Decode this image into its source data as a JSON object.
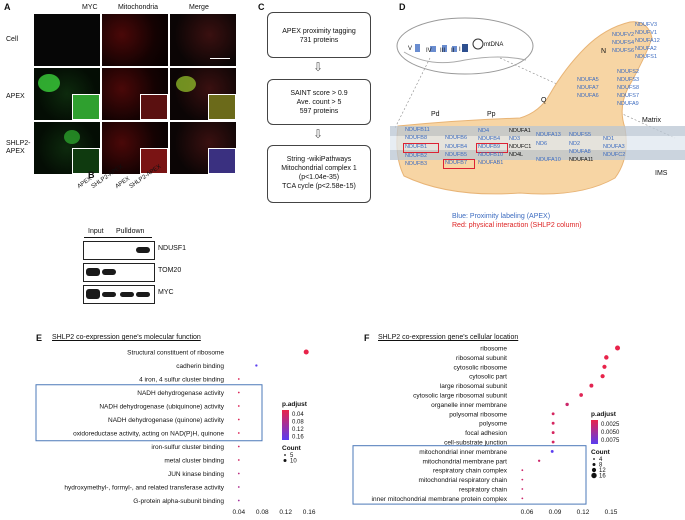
{
  "panelA": {
    "label": "A",
    "columns": [
      "MYC",
      "Mitochondria",
      "Merge"
    ],
    "rows": [
      "Cell",
      "APEX",
      "SHLP2-\nAPEX"
    ]
  },
  "panelB": {
    "label": "B",
    "lanes": [
      "APEX",
      "SHLP2-APEX",
      "APEX",
      "SHLP2-APEX"
    ],
    "groups": [
      "Input",
      "Pulldown"
    ],
    "blots": [
      "NDUSF1",
      "TOM20",
      "MYC"
    ]
  },
  "panelC": {
    "label": "C",
    "boxes": [
      [
        "APEX proximity tagging",
        "731 proteins"
      ],
      [
        "SAINT score > 0.9",
        "Ave. count > 5",
        "597 proteins"
      ],
      [
        "String -wikiPathways",
        "Mitochondrial complex 1",
        "(p<1.04e-35)",
        "TCA cycle (p<2.58e-15)"
      ]
    ]
  },
  "panelD": {
    "label": "D",
    "complexes": [
      "V",
      "IV",
      "III",
      "II",
      "I"
    ],
    "mtdna": "mtDNA",
    "modules": {
      "N": "N",
      "Q": "Q",
      "Pd": "Pd",
      "Pp": "Pp"
    },
    "regions": {
      "matrix": "Matrix",
      "ims": "IMS"
    },
    "n_proteins": [
      "NDUFV3",
      "NDUFV1",
      "NDUFV2",
      "NDUFA12",
      "NDUFS4",
      "NDUFA2",
      "NDUFS6",
      "NDUFS1"
    ],
    "q_proteins": [
      "NDUFS2",
      "NDUFA5",
      "NDUFS3",
      "NDUFA7",
      "NDUFS8",
      "NDUFA6",
      "NDUFS7",
      "NDUFA9"
    ],
    "pd_col1": [
      "NDUFB11",
      "NDUFB8",
      "NDUFB1",
      "NDUFB2",
      "NDUFB3"
    ],
    "pd_col2": [
      "NDUFB6",
      "NDUFB4",
      "NDUFB5",
      "NDUFB7"
    ],
    "pp_col1": [
      "ND4",
      "NDUFB9",
      "NDUFB9",
      "NDUFB10",
      "NDUFAB1"
    ],
    "pp_col2": [
      "NDUFA1",
      "ND3",
      "NDUFC1",
      "ND4L"
    ],
    "pp_col3": [
      "NDUFA13",
      "ND6",
      "NDUFA10"
    ],
    "pp_col4": [
      "NDUFS5",
      "ND2",
      "NDUFA8",
      "NDUFA11"
    ],
    "pp_col5": [
      "ND1",
      "NDUFA3",
      "NDUFC2"
    ],
    "legend_blue": "Blue: Proximity labeling (APEX)",
    "legend_red": "Red: physical interaction (SHLP2 column)"
  },
  "chart_data": [
    {
      "type": "scatter",
      "panel": "E",
      "title": "SHLP2 co-expression gene's molecular function",
      "categories": [
        "Structural constituent of ribosome",
        "cadherin binding",
        "4 iron, 4 sulfur cluster binding",
        "NADH dehydrogenase activity",
        "NADH dehydrogenase (ubiquinone) activity",
        "NADH dehydrogenase (quinone) activity",
        "oxidoreductase activity, acting on NAD(P)H, quinone",
        "iron-sulfur cluster binding",
        "metal cluster binding",
        "JUN kinase binding",
        "hydroxymethyl-, formyl-, and related transferase activity",
        "G-protein alpha-subunit binding"
      ],
      "x": [
        0.155,
        0.07,
        0.04,
        0.04,
        0.04,
        0.04,
        0.04,
        0.04,
        0.04,
        0.04,
        0.04,
        0.04
      ],
      "count": [
        10,
        5,
        4,
        4,
        4,
        4,
        4,
        4,
        4,
        4,
        4,
        4
      ],
      "p_adjust": [
        0.02,
        0.14,
        0.03,
        0.03,
        0.03,
        0.03,
        0.03,
        0.04,
        0.04,
        0.06,
        0.07,
        0.08
      ],
      "xticks": [
        "0.04",
        "0.08",
        "0.12",
        "0.16"
      ],
      "xlim": [
        0.025,
        0.17
      ],
      "color_legend_title": "p.adjust",
      "color_legend_ticks": [
        "0.04",
        "0.08",
        "0.12",
        "0.16"
      ],
      "size_legend_title": "Count",
      "size_legend_ticks": [
        "5",
        "10"
      ],
      "colors": {
        "low": "#e8234a",
        "high": "#5a3df0"
      }
    },
    {
      "type": "scatter",
      "panel": "F",
      "title": "SHLP2 co-expression gene's cellular location",
      "categories": [
        "ribosome",
        "ribosomal subunit",
        "cytosolic ribosome",
        "cytosolic part",
        "large ribosomal subunit",
        "cytosolic large ribosomal subunit",
        "organelle inner membrane",
        "polysomal ribosome",
        "polysome",
        "focal adhesion",
        "cell-substrate junction",
        "mitochondrial inner membrane",
        "mitochondrial membrane part",
        "respiratory chain complex",
        "mitochondrial respiratory chain",
        "respiratory chain",
        "inner mitochondrial membrane protein complex"
      ],
      "x": [
        0.157,
        0.145,
        0.143,
        0.141,
        0.129,
        0.118,
        0.103,
        0.088,
        0.088,
        0.088,
        0.088,
        0.087,
        0.073,
        0.055,
        0.055,
        0.055,
        0.055
      ],
      "count": [
        16,
        14,
        13,
        13,
        12,
        11,
        10,
        8,
        8,
        8,
        8,
        8,
        6,
        4,
        4,
        4,
        4
      ],
      "p_adjust": [
        0.0005,
        0.0005,
        0.0005,
        0.0005,
        0.0008,
        0.001,
        0.002,
        0.0015,
        0.0015,
        0.0015,
        0.0015,
        0.008,
        0.002,
        0.002,
        0.002,
        0.002,
        0.002
      ],
      "xticks": [
        "0.06",
        "0.09",
        "0.12",
        "0.15"
      ],
      "xlim": [
        0.045,
        0.165
      ],
      "color_legend_title": "p.adjust",
      "color_legend_ticks": [
        "0.0025",
        "0.0050",
        "0.0075"
      ],
      "size_legend_title": "Count",
      "size_legend_ticks": [
        "4",
        "8",
        "12",
        "16"
      ],
      "colors": {
        "low": "#e8234a",
        "high": "#5a3df0"
      }
    }
  ],
  "panelE_label": "E",
  "panelF_label": "F"
}
